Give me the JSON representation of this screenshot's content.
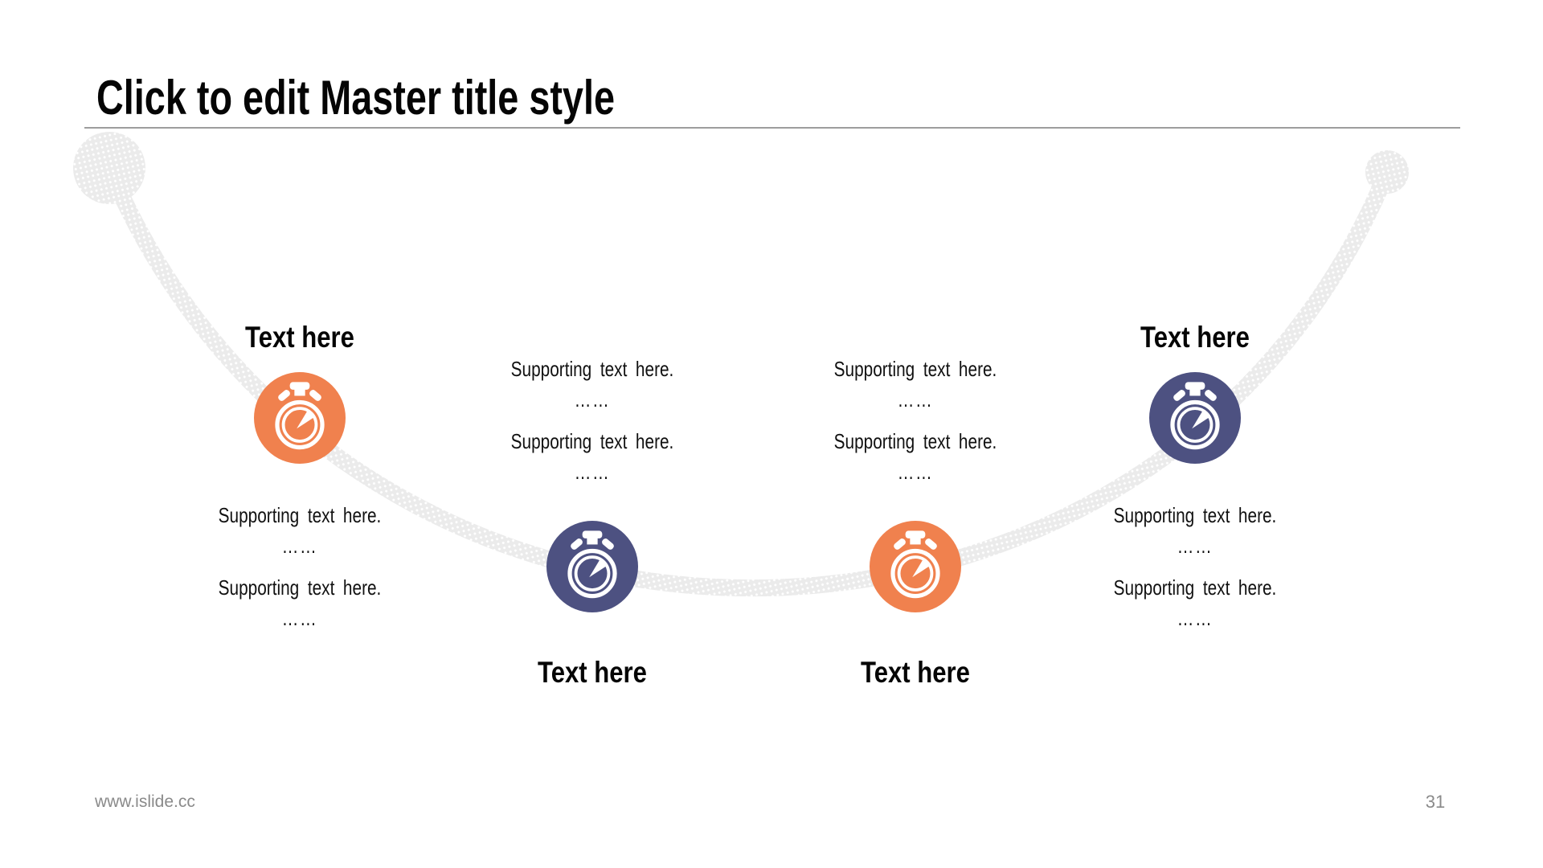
{
  "title": "Click to edit Master title style",
  "colors": {
    "orange": "#F0814E",
    "navy": "#4D5181",
    "arc_gray": "#EBEBEB",
    "rule_gray": "#9D9D9D",
    "footer_gray": "#8A8A8A"
  },
  "nodes": [
    {
      "label": "Text here",
      "icon": "stopwatch-icon",
      "color": "#F0814E",
      "label_position": "above",
      "supporting": [
        "Supporting text here.",
        "……",
        "Supporting text here.",
        "……"
      ]
    },
    {
      "label": "Text here",
      "icon": "stopwatch-icon",
      "color": "#4D5181",
      "label_position": "below",
      "supporting": [
        "Supporting text here.",
        "……",
        "Supporting text here.",
        "……"
      ]
    },
    {
      "label": "Text here",
      "icon": "stopwatch-icon",
      "color": "#F0814E",
      "label_position": "below",
      "supporting": [
        "Supporting text here.",
        "……",
        "Supporting text here.",
        "……"
      ]
    },
    {
      "label": "Text here",
      "icon": "stopwatch-icon",
      "color": "#4D5181",
      "label_position": "above",
      "supporting": [
        "Supporting text here.",
        "……",
        "Supporting text here.",
        "……"
      ]
    }
  ],
  "footer": {
    "website": "www.islide.cc",
    "page_number": "31"
  }
}
